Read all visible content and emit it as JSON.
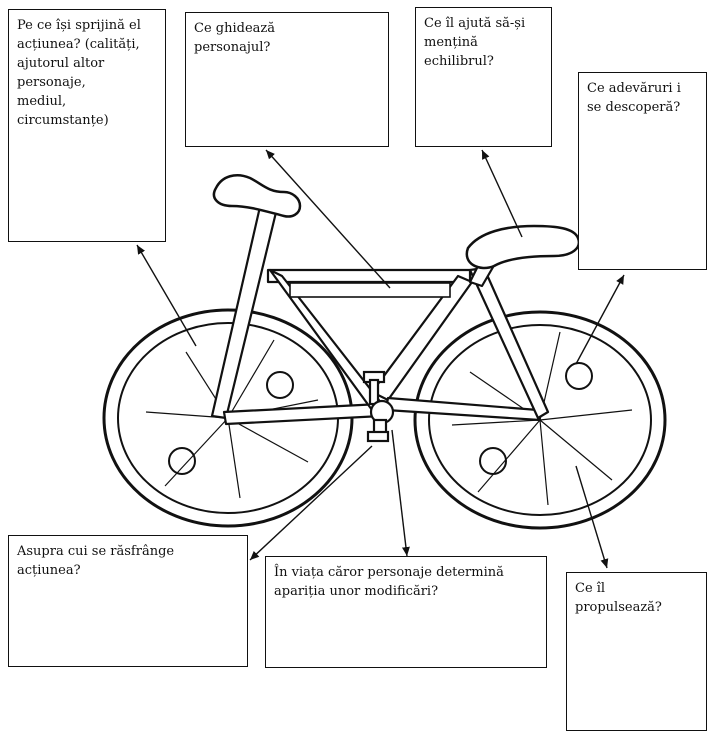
{
  "boxes": {
    "support": "Pe ce își sprijină el\nacțiunea? (calități,\najutorul altor\npersonaje,\nmediul,\ncircumstanțe)",
    "guide": "Ce ghidează\npersonajul?",
    "balance": "Ce îl ajută să-și\nmențină\nechilibrul?",
    "truths": "Ce adevăruri i\nse descoperă?",
    "affects": "Asupra cui se răsfrânge\nacțiunea?",
    "changes": "În viața căror personaje determină\napariția unor modificări?",
    "propels": "Ce îl\npropulsează?"
  },
  "colors": {
    "ink": "#111111",
    "background": "#ffffff"
  }
}
